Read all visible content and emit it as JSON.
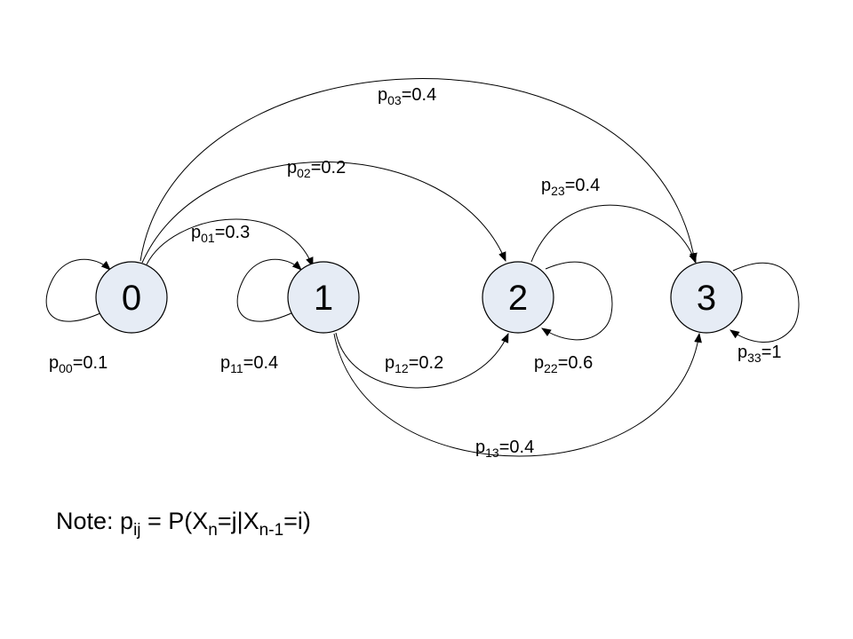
{
  "states": [
    {
      "id": "0",
      "label": "0"
    },
    {
      "id": "1",
      "label": "1"
    },
    {
      "id": "2",
      "label": "2"
    },
    {
      "id": "3",
      "label": "3"
    }
  ],
  "transitions": [
    {
      "from": "0",
      "to": "0",
      "sub": "00",
      "value": "=0.1"
    },
    {
      "from": "0",
      "to": "1",
      "sub": "01",
      "value": "=0.3"
    },
    {
      "from": "0",
      "to": "2",
      "sub": "02",
      "value": "=0.2"
    },
    {
      "from": "0",
      "to": "3",
      "sub": "03",
      "value": "=0.4"
    },
    {
      "from": "1",
      "to": "1",
      "sub": "11",
      "value": "=0.4"
    },
    {
      "from": "1",
      "to": "2",
      "sub": "12",
      "value": "=0.2"
    },
    {
      "from": "1",
      "to": "3",
      "sub": "13",
      "value": "=0.4"
    },
    {
      "from": "2",
      "to": "2",
      "sub": "22",
      "value": "=0.6"
    },
    {
      "from": "2",
      "to": "3",
      "sub": "23",
      "value": "=0.4"
    },
    {
      "from": "3",
      "to": "3",
      "sub": "33",
      "value": "=1"
    }
  ],
  "edge_symbol": "p",
  "note": {
    "prefix": "Note: p",
    "sub_ij": "ij",
    "mid": " = P(X",
    "sub_n": "n",
    "mid2": "=j|X",
    "sub_n1": "n-1",
    "suffix": "=i)"
  }
}
